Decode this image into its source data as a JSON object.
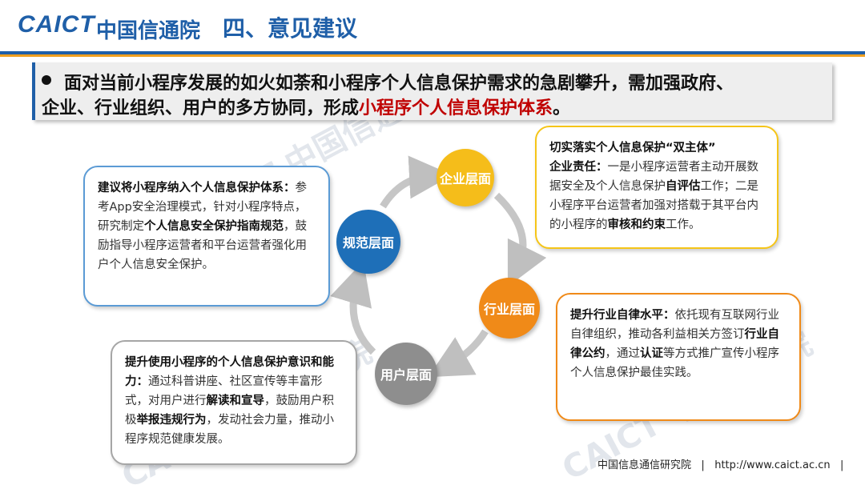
{
  "header": {
    "logo_en": "CAICT",
    "logo_cn": "中国信通院",
    "section_title": "四、意见建议"
  },
  "banner": {
    "line1": "面对当前小程序发展的如火如荼和小程序个人信息保护需求的急剧攀升，需加强政府、",
    "line2_prefix": "企业、行业组织、用户的多方协同，形成",
    "line2_highlight": "小程序个人信息保护体系",
    "line2_suffix": "。"
  },
  "watermarks": [
    "CAICT 中国信通院",
    "CAICT 中国信通院",
    "CAICT 中国信通院"
  ],
  "cycle": {
    "enterprise": "企业层面",
    "standard": "规范层面",
    "industry": "行业层面",
    "user": "用户层面"
  },
  "boxes": {
    "standard": {
      "lead": "建议将小程序纳入个人信息保护体系：",
      "t1": "参考App安全治理模式，针对小程序特点，研究制定",
      "h1": "个人信息安全保护指南规范",
      "t2": "，鼓励指导小程序运营者和平台运营者强化用户个人信息安全保护。"
    },
    "enterprise": {
      "lead1": "切实落实个人信息保护“双主体”",
      "lead2": "企业责任：",
      "t1": "一是小程序运营者主动开展数据安全及个人信息保护",
      "h1": "自评估",
      "t2": "工作；二是小程序平台运营者加强对搭载于其平台内的小程序的",
      "h2": "审核和约束",
      "t3": "工作。"
    },
    "industry": {
      "lead": "提升行业自律水平：",
      "t1": "依托现有互联网行业自律组织，推动各利益相关方签订",
      "h1": "行业自律公约",
      "t2": "，通过",
      "h2": "认证",
      "t3": "等方式推广宣传小程序个人信息保护最佳实践。"
    },
    "user": {
      "lead": "提升使用小程序的个人信息保护意识和能力：",
      "t1": "通过科普讲座、社区宣传等丰富形式，对用户进行",
      "h1": "解读和宣导",
      "t2": "，鼓励用户积极",
      "h2": "举报违规行为",
      "t3": "，发动社会力量，推动小程序规范健康发展。"
    }
  },
  "footer": {
    "org": "中国信息通信研究院",
    "sep": "|",
    "url": "http://www.caict.ac.cn"
  }
}
